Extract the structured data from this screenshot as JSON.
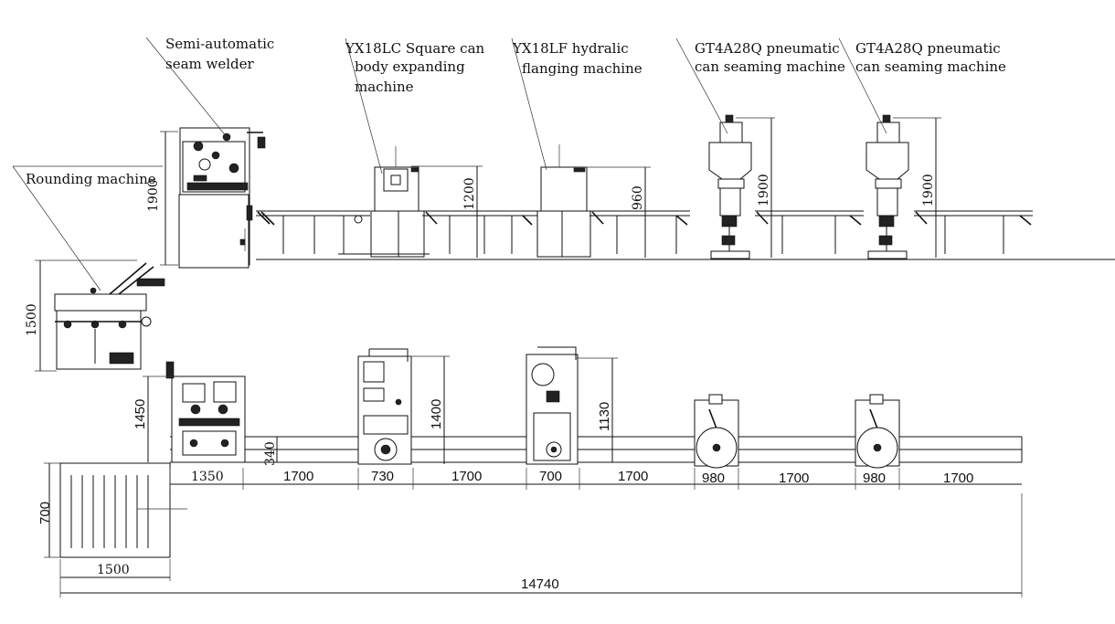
{
  "labels": {
    "semi_auto_welder": [
      "Semi-automatic",
      "seam welder"
    ],
    "square_can_expander": [
      "YX18LC Square can",
      "body expanding",
      "machine"
    ],
    "hydraulic_flanger": [
      "YX18LF hydralic",
      "flanging machine"
    ],
    "pneumatic_seamer_1": [
      "GT4A28Q pneumatic",
      "can seaming machine"
    ],
    "pneumatic_seamer_2": [
      "GT4A28Q pneumatic",
      "can seaming machine"
    ],
    "rounding_machine": "Rounding machine"
  },
  "dimensions": {
    "welder_height": "1900",
    "expander_height": "1200",
    "flanger_height": "960",
    "seamer1_height": "1900",
    "seamer2_height": "1900",
    "rounding_height": "1500",
    "welder_plan_depth": "1450",
    "conveyor_height_plan": "340",
    "expander_plan_depth": "1400",
    "flanger_plan_depth": "1130",
    "table_depth": "700",
    "table_width": "1500",
    "total_length": "14740",
    "segments": [
      "1350",
      "1700",
      "730",
      "1700",
      "700",
      "1700",
      "980",
      "1700",
      "980",
      "1700"
    ]
  }
}
